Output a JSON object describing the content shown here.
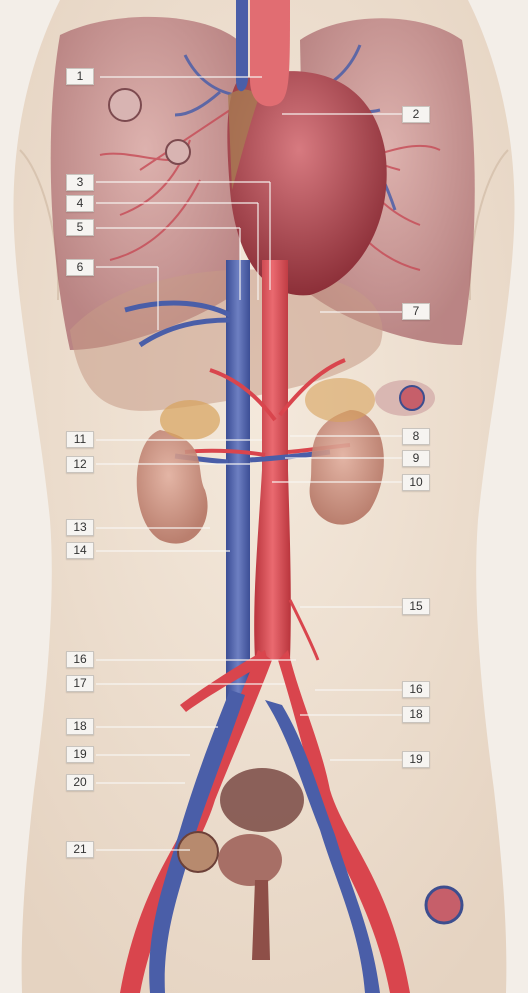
{
  "labels": [
    "1",
    "2",
    "3",
    "4",
    "5",
    "6",
    "7",
    "8",
    "9",
    "10",
    "11",
    "12",
    "13",
    "14",
    "15",
    "16",
    "16",
    "17",
    "18",
    "18",
    "19",
    "19",
    "20",
    "21"
  ],
  "colors": {
    "artery": "#d9454d",
    "vein": "#4a5ea8",
    "skin": "#efe1d2",
    "lung": "#b97a7c",
    "heart": "#b24c54",
    "liver": "#c79a86",
    "kidney": "#c98d78",
    "background": "#f3eee8"
  }
}
